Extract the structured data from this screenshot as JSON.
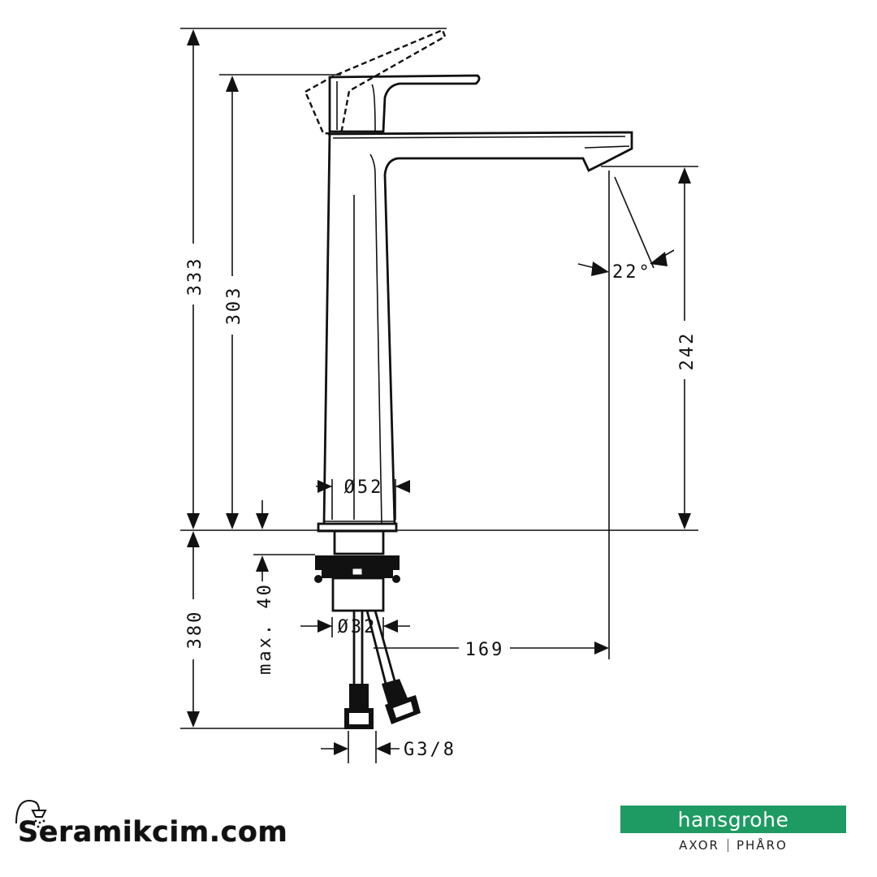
{
  "dimensions": {
    "overall_height": "333",
    "spout_height": "303",
    "outlet_height": "242",
    "spray_angle": "22°",
    "body_diameter": "Ø52",
    "shank_diameter": "Ø32",
    "below_counter": "380",
    "max_thickness": "max. 40",
    "projection": "169",
    "connection": "G3/8"
  },
  "brand": {
    "site": "Seramikcim.com",
    "logo_name": "hansgrohe",
    "logo_sub_left": "AXOR",
    "logo_sub_right": "PHÅRO"
  },
  "icons": [
    "shower-icon",
    "arrow-icon"
  ]
}
